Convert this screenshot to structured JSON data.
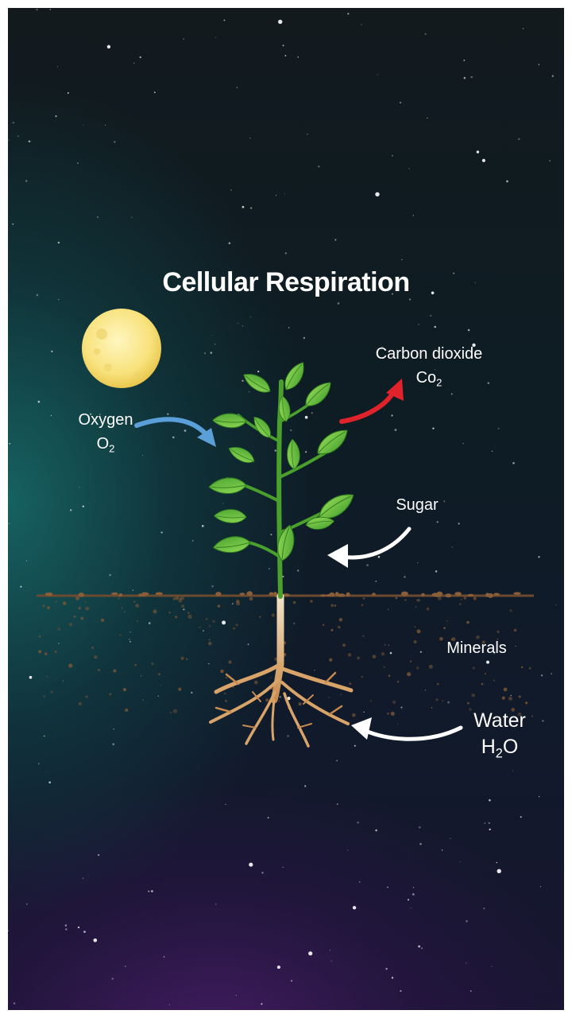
{
  "title": "Cellular Respiration",
  "labels": {
    "oxygen": {
      "name": "Oxygen",
      "formula_main": "O",
      "formula_sub": "2"
    },
    "carbon_dioxide": {
      "name": "Carbon dioxide",
      "formula_main": "Co",
      "formula_sub": "2"
    },
    "sugar": "Sugar",
    "minerals": "Minerals",
    "water": {
      "name": "Water",
      "formula_pre": "H",
      "formula_sub": "2",
      "formula_post": "O"
    }
  },
  "colors": {
    "oxygen_arrow": "#5b9fd8",
    "co2_arrow": "#e0222a",
    "white_arrow": "#ffffff",
    "moon": "#f6e27a",
    "leaf": "#6cc33a",
    "root": "#d9a46a",
    "soil": "#6b4a30"
  }
}
